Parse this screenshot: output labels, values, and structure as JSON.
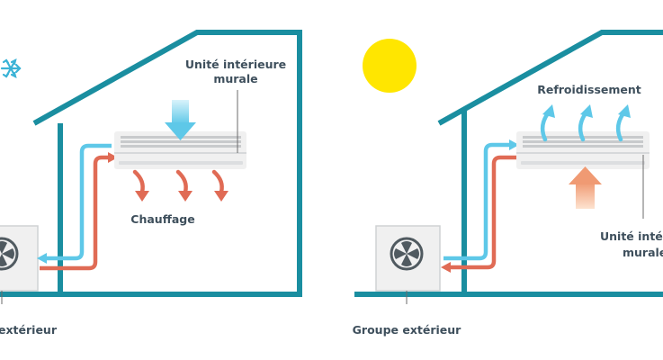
{
  "left_scene": {
    "unit_label_line1": "Unité intérieure",
    "unit_label_line2": "murale",
    "mode_label": "Chauffage",
    "outdoor_label": "extérieur"
  },
  "right_scene": {
    "mode_label": "Refroidissement",
    "unit_label_line1": "Unité intérie",
    "unit_label_line2": "murale",
    "outdoor_label": "Groupe extérieur"
  },
  "colors": {
    "house_outline": "#1a8ea0",
    "warm_pipe": "#e06b55",
    "cool_pipe": "#5ec8e8",
    "unit_body": "#f0f0f0",
    "unit_vents": "#c8cacc",
    "sun": "#ffe600",
    "snowflake": "#3bb3d6",
    "text": "#3e4f5c"
  }
}
